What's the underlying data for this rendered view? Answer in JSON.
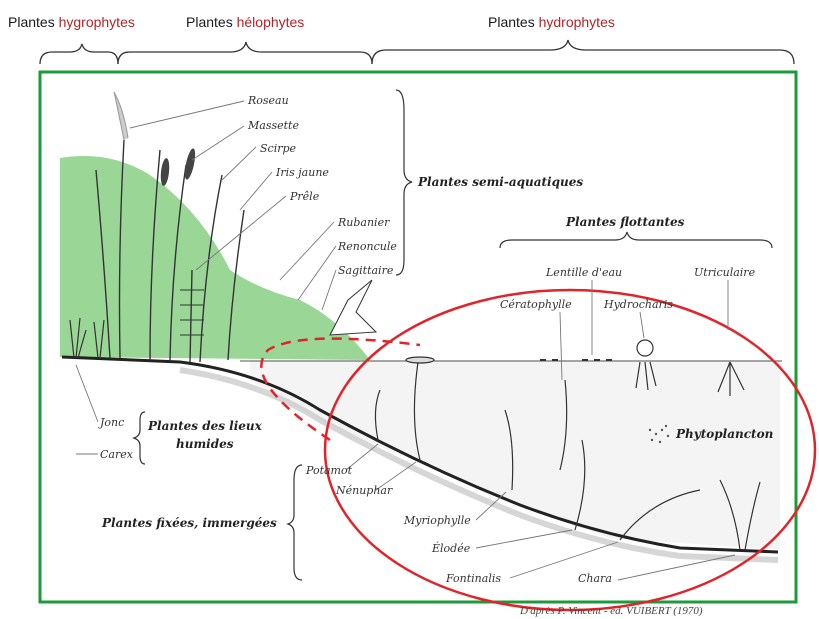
{
  "headers": {
    "hygro": {
      "prefix": "Plantes ",
      "word": "hygrophytes"
    },
    "helo": {
      "prefix": "Plantes ",
      "word": "hélophytes"
    },
    "hydro": {
      "prefix": "Plantes ",
      "word": "hydrophytes"
    }
  },
  "colors": {
    "frame": "#1f9a3a",
    "accent_text": "#b5232a",
    "hill": "#8fd18a",
    "circle": "#e0242a"
  },
  "groups": {
    "semi_aquatic": "Plantes semi-aquatiques",
    "floating": "Plantes flottantes",
    "wetland_1": "Plantes des lieux",
    "wetland_2": "humides",
    "submerged": "Plantes fixées, immergées",
    "phytoplankton": "Phytoplancton"
  },
  "labels": {
    "roseau": "Roseau",
    "massette": "Massette",
    "scirpe": "Scirpe",
    "iris": "Iris jaune",
    "prele": "Prêle",
    "rubanier": "Rubanier",
    "renoncule": "Renoncule",
    "sagittaire": "Sagittaire",
    "lentille": "Lentille d'eau",
    "utriculaire": "Utriculaire",
    "ceratophylle": "Cératophylle",
    "hydrocharis": "Hydrocharis",
    "jonc": "Jonc",
    "carex": "Carex",
    "potamot": "Potamot",
    "nenuphar": "Nénuphar",
    "myriophylle": "Myriophylle",
    "elodee": "Élodée",
    "fontinalis": "Fontinalis",
    "chara": "Chara"
  },
  "credit": "D'après P. Vincent - éd. VUIBERT (1970)"
}
